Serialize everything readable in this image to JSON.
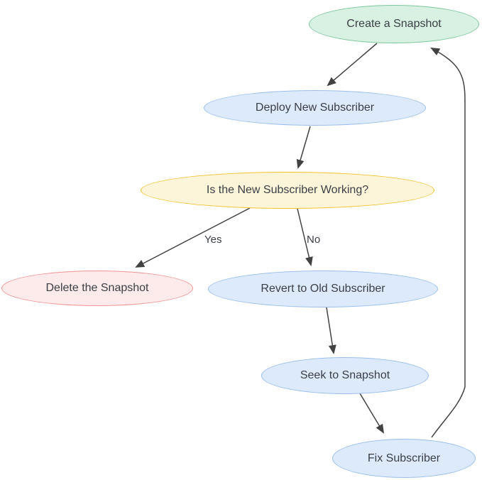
{
  "diagram": {
    "type": "flowchart",
    "title": "",
    "background_color": "#ffffff",
    "edge_color": "#424242",
    "text_color": "#3a3f45",
    "nodes": [
      {
        "id": "create-snapshot",
        "label": "Create a Snapshot",
        "shape": "ellipse",
        "fill": "#d9f1e3",
        "stroke": "#7cc79c"
      },
      {
        "id": "deploy-new-subscriber",
        "label": "Deploy New Subscriber",
        "shape": "ellipse",
        "fill": "#ddeafc",
        "stroke": "#9abfed"
      },
      {
        "id": "is-new-subscriber-working",
        "label": "Is the New Subscriber Working?",
        "shape": "ellipse",
        "fill": "#fdf5d9",
        "stroke": "#f2c230"
      },
      {
        "id": "delete-the-snapshot",
        "label": "Delete the Snapshot",
        "shape": "ellipse",
        "fill": "#fdeaea",
        "stroke": "#f19493"
      },
      {
        "id": "revert-to-old-subscriber",
        "label": "Revert to Old Subscriber",
        "shape": "ellipse",
        "fill": "#ddeafc",
        "stroke": "#9abfed"
      },
      {
        "id": "seek-to-snapshot",
        "label": "Seek to Snapshot",
        "shape": "ellipse",
        "fill": "#ddeafc",
        "stroke": "#9abfed"
      },
      {
        "id": "fix-subscriber",
        "label": "Fix Subscriber",
        "shape": "ellipse",
        "fill": "#ddeafc",
        "stroke": "#9abfed"
      }
    ],
    "edges": [
      {
        "from": "create-snapshot",
        "to": "deploy-new-subscriber",
        "label": ""
      },
      {
        "from": "deploy-new-subscriber",
        "to": "is-new-subscriber-working",
        "label": ""
      },
      {
        "from": "is-new-subscriber-working",
        "to": "delete-the-snapshot",
        "label": "Yes"
      },
      {
        "from": "is-new-subscriber-working",
        "to": "revert-to-old-subscriber",
        "label": "No"
      },
      {
        "from": "revert-to-old-subscriber",
        "to": "seek-to-snapshot",
        "label": ""
      },
      {
        "from": "seek-to-snapshot",
        "to": "fix-subscriber",
        "label": ""
      },
      {
        "from": "fix-subscriber",
        "to": "create-snapshot",
        "label": ""
      }
    ]
  }
}
